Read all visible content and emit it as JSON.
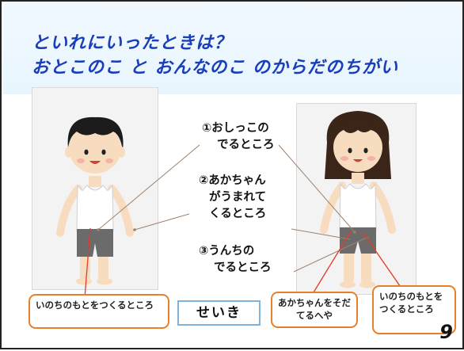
{
  "title": {
    "line1": "といれにいったときは？",
    "line2": "おとこのこ と おんなのこ のからだのちがい"
  },
  "callouts": {
    "c1_line1": "①おしっこの",
    "c1_line2": "でるところ",
    "c2_line1": "②あかちゃん",
    "c2_line2": "がうまれて",
    "c2_line3": "くるところ",
    "c3_line1": "③うんちの",
    "c3_line2": "でるところ"
  },
  "labels": {
    "boy_label": "いのちのもとをつくるところ",
    "center_label": "せいき",
    "girl_womb_label": "あかちゃんをそだてるへや",
    "girl_ovary_label": "いのちのもとをつくるところ"
  },
  "page_number": "9",
  "colors": {
    "title": "#1a3db8",
    "label_border": "#e87f2a",
    "pointer_red": "#e23b2a",
    "pointer_brown": "#a0806a"
  },
  "figures": {
    "boy": "boy-in-underwear-illustration",
    "girl": "girl-in-underwear-illustration"
  }
}
